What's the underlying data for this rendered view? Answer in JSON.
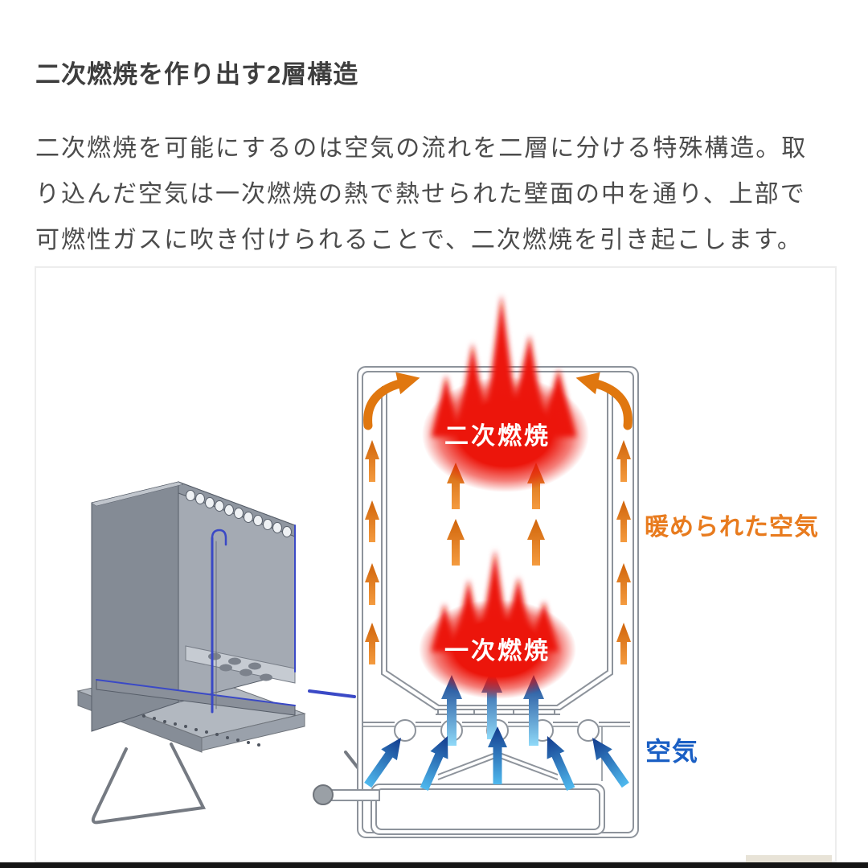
{
  "page": {
    "heading": "二次燃焼を作り出す2層構造",
    "paragraph_lines": [
      "二次燃焼を可能にするのは空気の流れを二層に分ける特殊構造。取",
      "り込んだ空気は一次燃焼の熱で熱せられた壁面の中を通り、上部で",
      "可燃性ガスに吹き付けられることで、二次燃焼を引き起こします。"
    ]
  },
  "figure": {
    "type": "secondary-combustion-stove-cross-section",
    "labels": {
      "secondary_combustion": "二次燃焼",
      "primary_combustion": "一次燃焼",
      "warmed_air": "暖められた空気",
      "air": "空気"
    },
    "colors": {
      "flame_red": "#ec150b",
      "warm_air_arrow": "#e0770f",
      "warmed_air_label": "#e87b1e",
      "air_label": "#1a5fc4",
      "cold_air_arrow_light": "#55bdf0",
      "cold_air_arrow_dark": "#16418f",
      "outline_gray": "#8d939b"
    }
  }
}
